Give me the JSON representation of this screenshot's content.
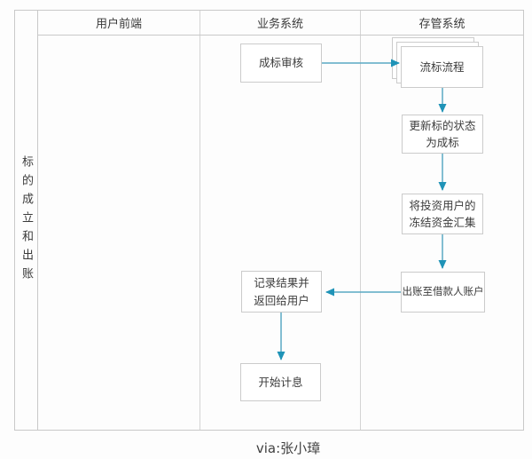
{
  "page": {
    "caption": "via:张小璋"
  },
  "swimlane": {
    "sidebar_label": "标的成立和出账",
    "columns": [
      {
        "label": "用户前端"
      },
      {
        "label": "业务系统"
      },
      {
        "label": "存管系统"
      }
    ]
  },
  "flow": {
    "nodes": [
      {
        "id": "settlement-review",
        "label": "成标审核"
      },
      {
        "id": "failed-bid-process",
        "label": "流标流程"
      },
      {
        "id": "update-bid-status",
        "label": "更新标的状态\n为成标"
      },
      {
        "id": "pool-frozen-funds",
        "label": "将投资用户的\n冻结资金汇集"
      },
      {
        "id": "disburse-to-borrower",
        "label": "出账至借款人账户"
      },
      {
        "id": "record-and-return",
        "label": "记录结果并\n返回给用户"
      },
      {
        "id": "start-interest",
        "label": "开始计息"
      }
    ],
    "edges": [
      {
        "from": "settlement-review",
        "to": "failed-bid-process"
      },
      {
        "from": "failed-bid-process",
        "to": "update-bid-status"
      },
      {
        "from": "update-bid-status",
        "to": "pool-frozen-funds"
      },
      {
        "from": "pool-frozen-funds",
        "to": "disburse-to-borrower"
      },
      {
        "from": "disburse-to-borrower",
        "to": "record-and-return"
      },
      {
        "from": "record-and-return",
        "to": "start-interest"
      }
    ]
  },
  "colors": {
    "arrow_line": "#5aa9c4",
    "arrow_head": "#1f93b7",
    "grid_border": "#c9c9c9",
    "node_border": "#cbcbcb"
  }
}
